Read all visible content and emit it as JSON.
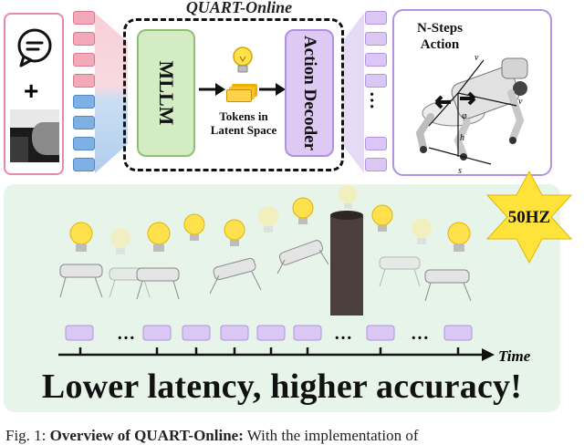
{
  "diagram": {
    "title": "QUART-Online",
    "mllm_label": "MLLM",
    "decoder_label": "Action Decoder",
    "tokens_label": [
      "Tokens in",
      "Latent Space"
    ],
    "nsteps_label": [
      "N-Steps",
      "Action"
    ],
    "freq_label": "50HZ",
    "time_label": "Time",
    "ellipsis": "…",
    "headline": "Lower latency, higher accuracy!",
    "plus": "+",
    "vector_labels": {
      "vz": "v",
      "vx": "v",
      "sy": "s",
      "h": "h",
      "phi": "φ"
    }
  },
  "caption": {
    "prefix": "Fig. 1: ",
    "bold": "Overview of QUART-Online:",
    "rest": " With the implementation of"
  },
  "colors": {
    "mllm_fill": "#d4ecc4",
    "decoder_fill": "#ddc9f4",
    "panel_fill": "#e6f4ea",
    "star_fill": "#ffe33a",
    "bulb_yellow": "#ffe14d",
    "pillar": "#4a3f3a"
  }
}
